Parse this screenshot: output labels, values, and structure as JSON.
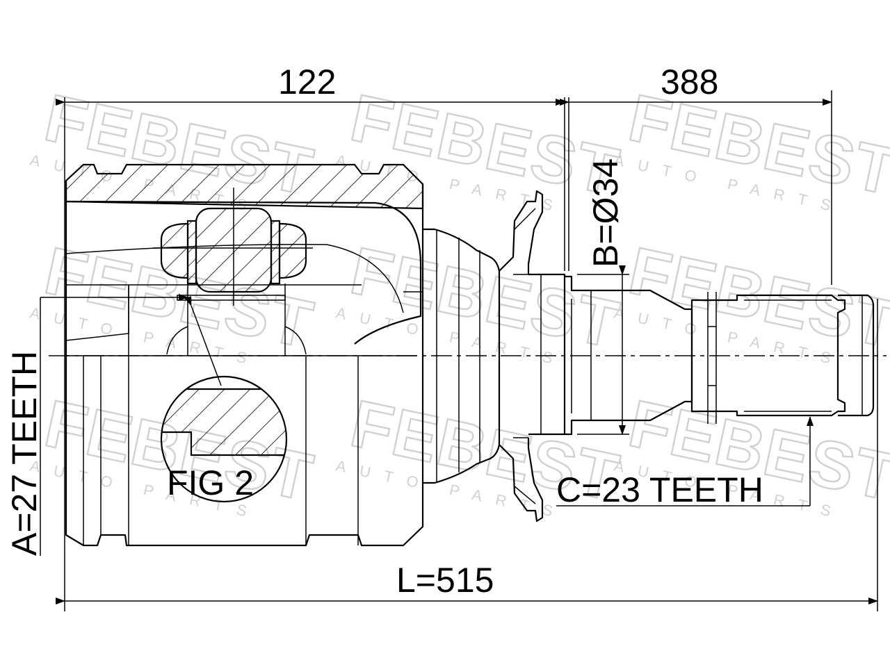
{
  "drawing": {
    "dim_top_left": "122",
    "dim_top_right": "388",
    "dim_b": "B=Ø34",
    "dim_a": "A=27 TEETH",
    "dim_c": "C=23 TEETH",
    "dim_l": "L=515",
    "fig_label": "FIG 2"
  },
  "watermark": {
    "brand": "FEBEST",
    "sub": "AUTO PARTS"
  },
  "colors": {
    "line": "#000000",
    "watermark": "#d2d2d2",
    "background": "#ffffff"
  }
}
